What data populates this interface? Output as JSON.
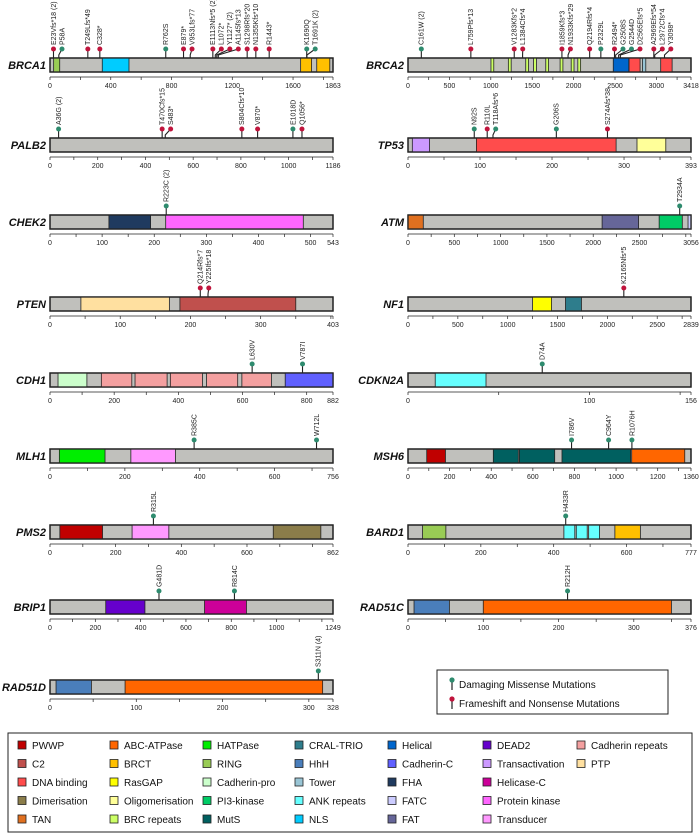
{
  "mutation_legend": {
    "missense": {
      "label": "Damaging Missense Mutations",
      "color": "#2e8b6e"
    },
    "truncating": {
      "label": "Frameshift and Nonsense Mutations",
      "color": "#c0143c"
    }
  },
  "bar_color": "#c0c0bc",
  "domain_legend": [
    {
      "name": "PWWP",
      "color": "#c00000"
    },
    {
      "name": "C2",
      "color": "#c0504d"
    },
    {
      "name": "DNA binding",
      "color": "#ff4c4c"
    },
    {
      "name": "Dimerisation",
      "color": "#8b7d4a"
    },
    {
      "name": "TAN",
      "color": "#e07020"
    },
    {
      "name": "ABC-ATPase",
      "color": "#ff6600"
    },
    {
      "name": "BRCT",
      "color": "#ffc000"
    },
    {
      "name": "RasGAP",
      "color": "#ffff00"
    },
    {
      "name": "Oligomerisation",
      "color": "#ffff99"
    },
    {
      "name": "BRC repeats",
      "color": "#ccff66"
    },
    {
      "name": "HATPase",
      "color": "#00ee00"
    },
    {
      "name": "RING",
      "color": "#99cc55"
    },
    {
      "name": "Cadherin-pro",
      "color": "#ccffcc"
    },
    {
      "name": "PI3-kinase",
      "color": "#00cc66"
    },
    {
      "name": "MutS",
      "color": "#006060"
    },
    {
      "name": "CRAL-TRIO",
      "color": "#2e7d8c"
    },
    {
      "name": "HhH",
      "color": "#4a7ebb"
    },
    {
      "name": "Tower",
      "color": "#99c5d5"
    },
    {
      "name": "ANK repeats",
      "color": "#66ffff"
    },
    {
      "name": "NLS",
      "color": "#00ccff"
    },
    {
      "name": "Helical",
      "color": "#0066cc"
    },
    {
      "name": "Cadherin-C",
      "color": "#6060ff"
    },
    {
      "name": "FHA",
      "color": "#1f3a5f"
    },
    {
      "name": "FATC",
      "color": "#ccccff"
    },
    {
      "name": "FAT",
      "color": "#666699"
    },
    {
      "name": "DEAD2",
      "color": "#6600cc"
    },
    {
      "name": "Transactivation",
      "color": "#cc99ff"
    },
    {
      "name": "Helicase-C",
      "color": "#cc0099"
    },
    {
      "name": "Protein kinase",
      "color": "#ff66ff"
    },
    {
      "name": "Transducer",
      "color": "#ff99ff"
    },
    {
      "name": "Cadherin repeats",
      "color": "#f4a0a0"
    },
    {
      "name": "PTP",
      "color": "#ffe0a0"
    }
  ],
  "genes": [
    {
      "name": "BRCA1",
      "length": 1863,
      "ticks": [
        0,
        400,
        800,
        1200,
        1600,
        1863
      ],
      "domains": [
        [
          24,
          64,
          "RING"
        ],
        [
          344,
          520,
          "NLS"
        ],
        [
          1650,
          1722,
          "BRCT"
        ],
        [
          1756,
          1842,
          "BRCT"
        ]
      ],
      "mutations": [
        [
          23,
          "E23Vfs*18 (2)",
          "truncating"
        ],
        [
          58,
          "P58A",
          "missense"
        ],
        [
          249,
          "T249Lfs*49",
          "truncating"
        ],
        [
          328,
          "C328*",
          "truncating"
        ],
        [
          762,
          "R762S",
          "missense"
        ],
        [
          879,
          "E879*",
          "truncating"
        ],
        [
          923,
          "V953Lfs*77",
          "truncating"
        ],
        [
          1072,
          "E1113Nfs*5 (2)",
          "truncating"
        ],
        [
          1088,
          "L1072*",
          "truncating"
        ],
        [
          1098,
          "Y1127* (2)",
          "truncating"
        ],
        [
          1108,
          "A1145fs*13",
          "truncating"
        ],
        [
          1298,
          "S1298Rfs*20",
          "truncating"
        ],
        [
          1355,
          "N1355Kfs*10",
          "truncating"
        ],
        [
          1443,
          "R1443*",
          "truncating"
        ],
        [
          1690,
          "K1690Q",
          "missense"
        ],
        [
          1691,
          "T1691K (2)",
          "missense"
        ]
      ]
    },
    {
      "name": "BRCA2",
      "length": 3418,
      "ticks": [
        0,
        500,
        1000,
        1500,
        2000,
        2500,
        3000,
        3418
      ],
      "domains": [
        [
          1002,
          1036,
          "BRC repeats"
        ],
        [
          1212,
          1246,
          "BRC repeats"
        ],
        [
          1422,
          1456,
          "BRC repeats"
        ],
        [
          1517,
          1551,
          "BRC repeats"
        ],
        [
          1664,
          1698,
          "BRC repeats"
        ],
        [
          1837,
          1871,
          "BRC repeats"
        ],
        [
          1971,
          2005,
          "BRC repeats"
        ],
        [
          2051,
          2085,
          "BRC repeats"
        ],
        [
          2479,
          2667,
          "Helical"
        ],
        [
          2670,
          2803,
          "DNA binding"
        ],
        [
          2831,
          2872,
          "Tower"
        ],
        [
          3052,
          3190,
          "DNA binding"
        ]
      ],
      "mutations": [
        [
          161,
          "C161W (2)",
          "missense"
        ],
        [
          759,
          "L759Pfs*13",
          "truncating"
        ],
        [
          1283,
          "V1283Kfs*2",
          "truncating"
        ],
        [
          1384,
          "L1384Cfs*4",
          "truncating"
        ],
        [
          1859,
          "I1859Kfs*3",
          "truncating"
        ],
        [
          1933,
          "N1933Kfs*29",
          "truncating"
        ],
        [
          2194,
          "Q2194Rfs*4",
          "truncating"
        ],
        [
          2329,
          "P2329L",
          "missense"
        ],
        [
          2494,
          "R2494*",
          "truncating"
        ],
        [
          2508,
          "G2508S",
          "missense"
        ],
        [
          2544,
          "G2544D",
          "missense"
        ],
        [
          2565,
          "D2565Efs*5",
          "truncating"
        ],
        [
          2969,
          "A2969Efs*54",
          "truncating"
        ],
        [
          2980,
          "L2972Cfs*4",
          "truncating"
        ],
        [
          3098,
          "Y3098*",
          "truncating"
        ]
      ]
    },
    {
      "name": "PALB2",
      "length": 1186,
      "ticks": [
        0,
        200,
        400,
        600,
        800,
        1000,
        1186
      ],
      "domains": [],
      "mutations": [
        [
          36,
          "A36G (2)",
          "missense"
        ],
        [
          470,
          "T470Cfs*15",
          "truncating"
        ],
        [
          483,
          "S483*",
          "truncating"
        ],
        [
          804,
          "S804Cfs*10",
          "truncating"
        ],
        [
          870,
          "V870*",
          "truncating"
        ],
        [
          1018,
          "E1018D",
          "missense"
        ],
        [
          1056,
          "Q1056*",
          "truncating"
        ]
      ]
    },
    {
      "name": "TP53",
      "length": 393,
      "ticks": [
        0,
        100,
        200,
        300,
        393
      ],
      "domains": [
        [
          6,
          30,
          "Transactivation"
        ],
        [
          95,
          289,
          "DNA binding"
        ],
        [
          318,
          358,
          "Oligomerisation"
        ]
      ],
      "mutations": [
        [
          92,
          "N92S",
          "missense"
        ],
        [
          110,
          "R110L",
          "truncating"
        ],
        [
          118,
          "T118Afs*6",
          "missense"
        ],
        [
          206,
          "G206S",
          "missense"
        ],
        [
          277,
          "S274Afs*38",
          "truncating"
        ]
      ]
    },
    {
      "name": "CHEK2",
      "length": 543,
      "ticks": [
        0,
        100,
        200,
        300,
        400,
        500,
        543
      ],
      "domains": [
        [
          113,
          193,
          "FHA"
        ],
        [
          222,
          486,
          "Protein kinase"
        ]
      ],
      "mutations": [
        [
          223,
          "R223C (2)",
          "missense"
        ]
      ]
    },
    {
      "name": "ATM",
      "length": 3056,
      "ticks": [
        0,
        500,
        1000,
        1500,
        2000,
        2500,
        3056
      ],
      "domains": [
        [
          1,
          165,
          "TAN"
        ],
        [
          2096,
          2490,
          "FAT"
        ],
        [
          2712,
          2962,
          "PI3-kinase"
        ],
        [
          3024,
          3056,
          "FATC"
        ]
      ],
      "mutations": [
        [
          2934,
          "T2934A",
          "missense"
        ]
      ]
    },
    {
      "name": "PTEN",
      "length": 403,
      "ticks": [
        0,
        100,
        200,
        300,
        403
      ],
      "domains": [
        [
          44,
          170,
          "PTP"
        ],
        [
          185,
          350,
          "C2"
        ]
      ],
      "mutations": [
        [
          214,
          "Q214Rfs*7",
          "truncating"
        ],
        [
          225,
          "Y225Ifs*18",
          "truncating"
        ]
      ]
    },
    {
      "name": "NF1",
      "length": 2839,
      "ticks": [
        0,
        500,
        1000,
        1500,
        2000,
        2500,
        2839
      ],
      "domains": [
        [
          1250,
          1440,
          "RasGAP"
        ],
        [
          1580,
          1740,
          "CRAL-TRIO"
        ]
      ],
      "mutations": [
        [
          2165,
          "K2165Nfs*5",
          "truncating"
        ]
      ]
    },
    {
      "name": "CDH1",
      "length": 882,
      "ticks": [
        0,
        200,
        400,
        600,
        800,
        882
      ],
      "domains": [
        [
          25,
          115,
          "Cadherin-pro"
        ],
        [
          160,
          255,
          "Cadherin repeats"
        ],
        [
          265,
          365,
          "Cadherin repeats"
        ],
        [
          375,
          475,
          "Cadherin repeats"
        ],
        [
          488,
          585,
          "Cadherin repeats"
        ],
        [
          598,
          690,
          "Cadherin repeats"
        ],
        [
          733,
          882,
          "Cadherin-C"
        ]
      ],
      "mutations": [
        [
          630,
          "L630V",
          "missense"
        ],
        [
          787,
          "V787I",
          "missense"
        ]
      ]
    },
    {
      "name": "CDKN2A",
      "length": 156,
      "ticks": [
        0,
        100,
        156
      ],
      "domains": [
        [
          15,
          43,
          "ANK repeats"
        ]
      ],
      "mutations": [
        [
          74,
          "D74A",
          "missense"
        ]
      ]
    },
    {
      "name": "MLH1",
      "length": 756,
      "ticks": [
        0,
        200,
        400,
        600,
        756
      ],
      "domains": [
        [
          25,
          147,
          "HATPase"
        ],
        [
          216,
          335,
          "Transducer"
        ]
      ],
      "mutations": [
        [
          385,
          "R385C",
          "missense"
        ],
        [
          712,
          "W712L",
          "missense"
        ]
      ]
    },
    {
      "name": "MSH6",
      "length": 1360,
      "ticks": [
        0,
        200,
        400,
        600,
        800,
        1000,
        1200,
        1360
      ],
      "domains": [
        [
          90,
          180,
          "PWWP"
        ],
        [
          410,
          530,
          "MutS"
        ],
        [
          535,
          705,
          "MutS"
        ],
        [
          740,
          1070,
          "MutS"
        ],
        [
          1075,
          1330,
          "ABC-ATPase"
        ]
      ],
      "mutations": [
        [
          786,
          "I786V",
          "missense"
        ],
        [
          964,
          "C964Y",
          "missense"
        ],
        [
          1076,
          "R1076H",
          "missense"
        ]
      ]
    },
    {
      "name": "PMS2",
      "length": 862,
      "ticks": [
        0,
        200,
        400,
        600,
        862
      ],
      "domains": [
        [
          30,
          160,
          "PWWP"
        ],
        [
          250,
          362,
          "Transducer"
        ],
        [
          680,
          825,
          "Dimerisation"
        ]
      ],
      "mutations": [
        [
          315,
          "R315L",
          "missense"
        ]
      ]
    },
    {
      "name": "BARD1",
      "length": 777,
      "ticks": [
        0,
        200,
        400,
        600,
        777
      ],
      "domains": [
        [
          40,
          104,
          "RING"
        ],
        [
          428,
          458,
          "ANK repeats"
        ],
        [
          462,
          492,
          "ANK repeats"
        ],
        [
          496,
          526,
          "ANK repeats"
        ],
        [
          568,
          638,
          "BRCT"
        ]
      ],
      "mutations": [
        [
          433,
          "H433R",
          "missense"
        ]
      ]
    },
    {
      "name": "BRIP1",
      "length": 1249,
      "ticks": [
        0,
        200,
        400,
        600,
        800,
        1000,
        1249
      ],
      "domains": [
        [
          246,
          419,
          "DEAD2"
        ],
        [
          682,
          867,
          "Helicase-C"
        ]
      ],
      "mutations": [
        [
          481,
          "G481D",
          "missense"
        ],
        [
          814,
          "R814C",
          "missense"
        ]
      ]
    },
    {
      "name": "RAD51C",
      "length": 376,
      "ticks": [
        0,
        100,
        200,
        300,
        376
      ],
      "domains": [
        [
          8,
          55,
          "HhH"
        ],
        [
          100,
          350,
          "ABC-ATPase"
        ]
      ],
      "mutations": [
        [
          212,
          "R212H",
          "missense"
        ]
      ]
    },
    {
      "name": "RAD51D",
      "length": 328,
      "ticks": [
        0,
        100,
        200,
        300,
        328
      ],
      "domains": [
        [
          7,
          48,
          "HhH"
        ],
        [
          87,
          316,
          "ABC-ATPase"
        ]
      ],
      "mutations": [
        [
          311,
          "S311N (4)",
          "missense"
        ]
      ]
    }
  ]
}
